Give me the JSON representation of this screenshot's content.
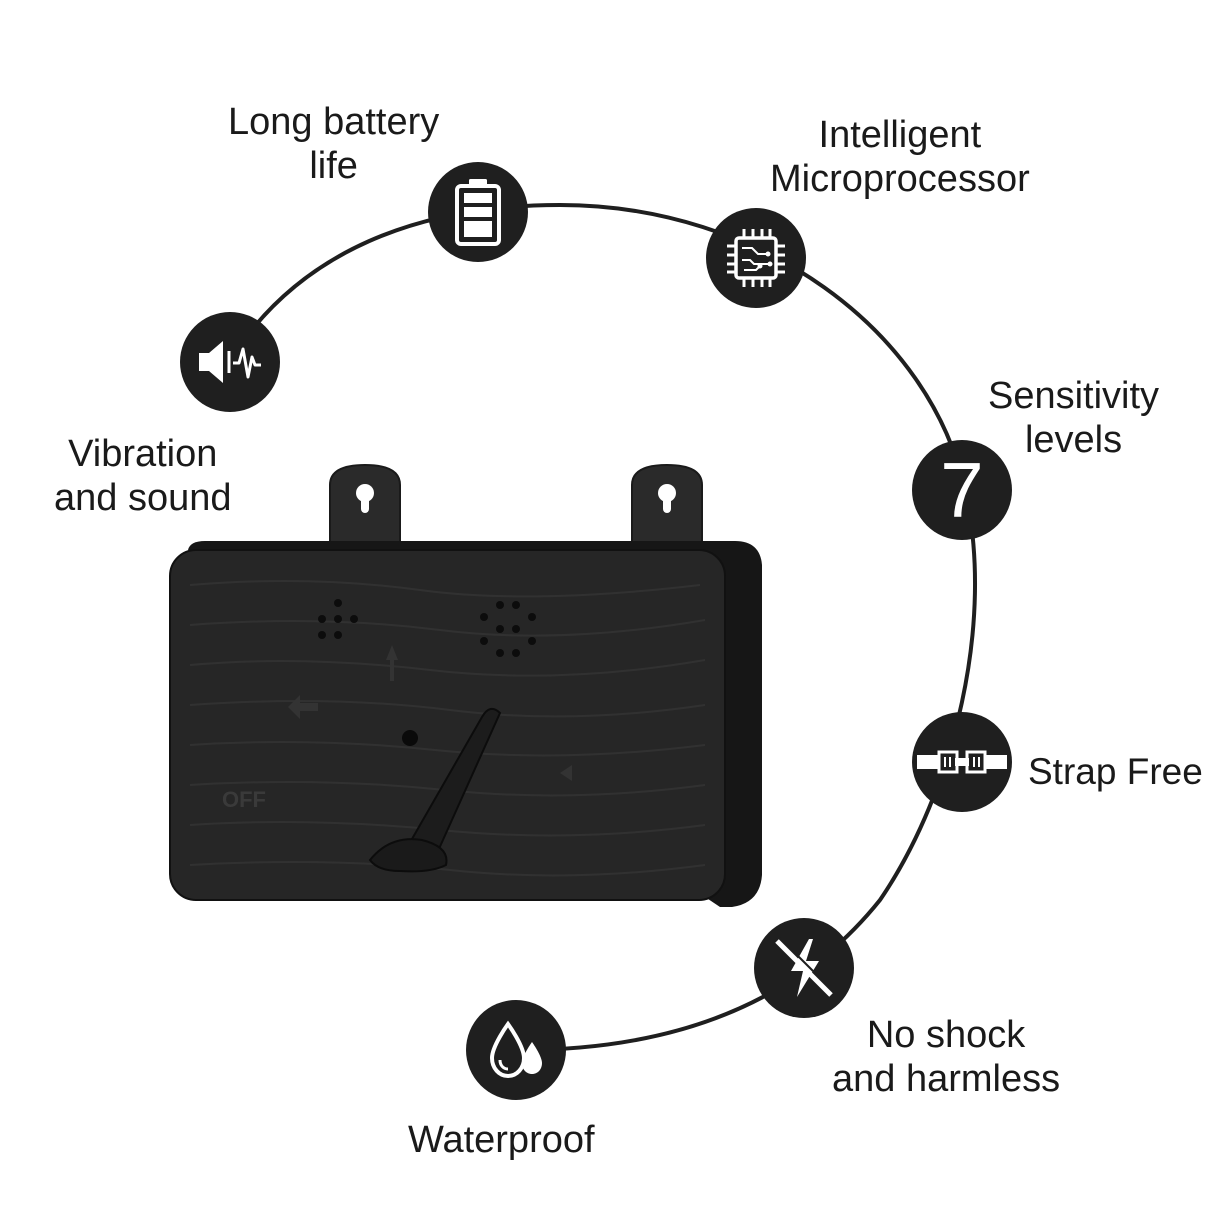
{
  "image": {
    "subject": "black rectangular device with wall-mount tabs and a side lever",
    "background_color": "#ffffff",
    "icon_color": "#1f1f1f",
    "device_color": "#262626"
  },
  "features": [
    {
      "id": "battery",
      "icon": "battery-icon",
      "lines": [
        "Long battery",
        "life"
      ]
    },
    {
      "id": "microprocessor",
      "icon": "microchip-icon",
      "lines": [
        "Intelligent",
        "Microprocessor"
      ]
    },
    {
      "id": "sensitivity",
      "icon": "number-seven-icon",
      "icon_text": "7",
      "lines": [
        "Sensitivity",
        "levels"
      ]
    },
    {
      "id": "strap",
      "icon": "strap-buckle-icon",
      "lines": [
        "Strap Free"
      ]
    },
    {
      "id": "no-shock",
      "icon": "no-shock-icon",
      "lines": [
        "No shock",
        "and harmless"
      ]
    },
    {
      "id": "waterproof",
      "icon": "water-drops-icon",
      "lines": [
        "Waterproof"
      ]
    },
    {
      "id": "vibration",
      "icon": "speaker-vibration-icon",
      "lines": [
        "Vibration",
        "and sound"
      ]
    }
  ],
  "device": {
    "switch_label": "OFF"
  }
}
